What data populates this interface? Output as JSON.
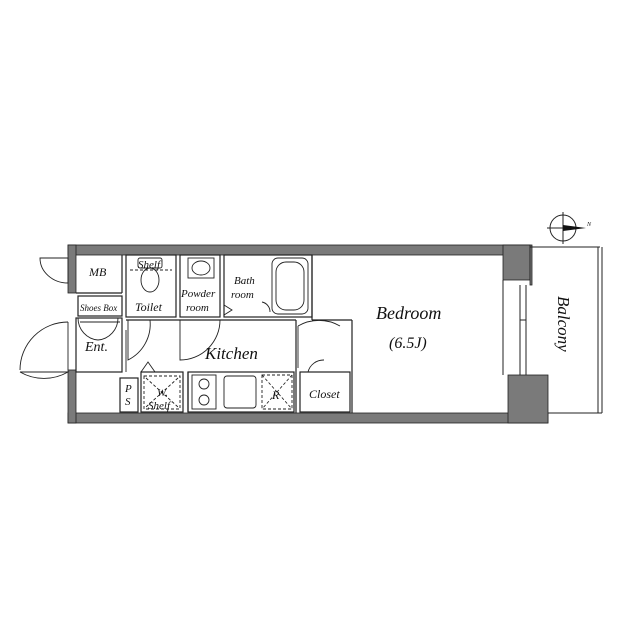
{
  "floor_plan": {
    "rooms": {
      "mb": "MB",
      "shelf_top": "Shelf",
      "shoes_box": "Shoes Box",
      "toilet": "Toilet",
      "powder_room_line1": "Powder",
      "powder_room_line2": "room",
      "bath_line1": "Bath",
      "bath_line2": "room",
      "entrance": "Ent.",
      "kitchen": "Kitchen",
      "ps_p": "P",
      "ps_s": "S",
      "wshelf_w": "W.",
      "wshelf_shelf": "Shelf",
      "refrigerator": "R",
      "closet": "Closet",
      "bedroom": "Bedroom",
      "bedroom_size": "(6.5J)",
      "balcony": "Balcony"
    },
    "compass_label": "N"
  }
}
